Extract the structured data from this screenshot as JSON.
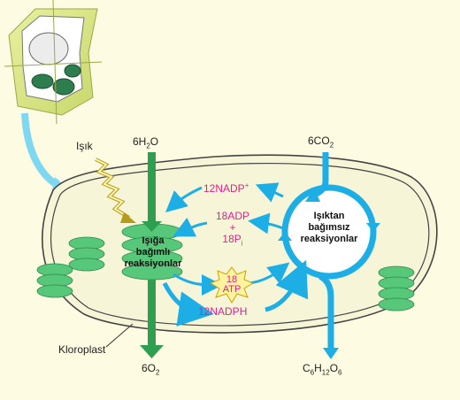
{
  "labels": {
    "light": "Işık",
    "water": {
      "pre": "6H",
      "sub": "2",
      "post": "O"
    },
    "co2": {
      "pre": "6CO",
      "sub": "2"
    },
    "oxygen": {
      "pre": "6O",
      "sub": "2"
    },
    "glucose": {
      "c": "C",
      "c_sub": "6",
      "h": "H",
      "h_sub": "12",
      "o": "O",
      "o_sub": "6"
    },
    "chloroplast": "Kloroplast",
    "nadp": {
      "text": "12NADP",
      "sup": "+"
    },
    "adp": "18ADP",
    "plus": "+",
    "pi": {
      "text": "18P",
      "sub": "i"
    },
    "atp": {
      "line1": "18",
      "line2": "ATP"
    },
    "nadph": "12NADPH",
    "light_dependent": [
      "Işığa",
      "bağımlı",
      "reaksiyonlar"
    ],
    "light_independent": [
      "Işıktan",
      "bağımsız",
      "reaksiyonlar"
    ]
  },
  "colors": {
    "background": "#fdfbe1",
    "green_arrow": "#2e9e4f",
    "blue_arrow": "#1eaee6",
    "magenta_text": "#e0208c",
    "thylakoid": "#57c77a"
  }
}
